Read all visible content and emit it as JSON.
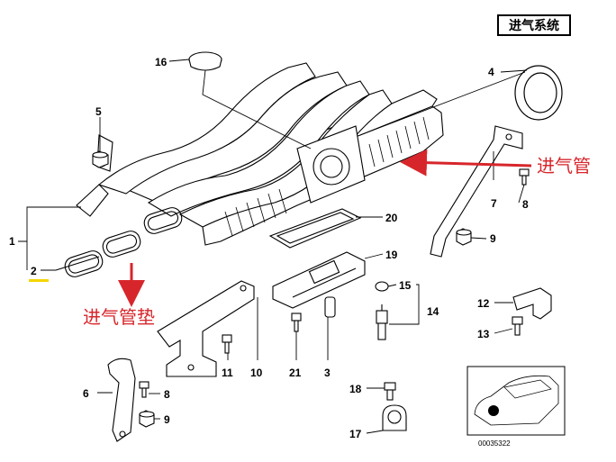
{
  "title": "进气系统",
  "callouts": {
    "intake_manifold": "进气管",
    "manifold_gasket": "进气管垫"
  },
  "parts": [
    {
      "id": "p16",
      "num": "16"
    },
    {
      "id": "p4",
      "num": "4"
    },
    {
      "id": "p5",
      "num": "5"
    },
    {
      "id": "p1",
      "num": "1"
    },
    {
      "id": "p2",
      "num": "2"
    },
    {
      "id": "p20",
      "num": "20"
    },
    {
      "id": "p19",
      "num": "19"
    },
    {
      "id": "p15",
      "num": "15"
    },
    {
      "id": "p14",
      "num": "14"
    },
    {
      "id": "p7",
      "num": "7"
    },
    {
      "id": "p8a",
      "num": "8"
    },
    {
      "id": "p9a",
      "num": "9"
    },
    {
      "id": "p12",
      "num": "12"
    },
    {
      "id": "p13",
      "num": "13"
    },
    {
      "id": "p10",
      "num": "10"
    },
    {
      "id": "p11",
      "num": "11"
    },
    {
      "id": "p21",
      "num": "21"
    },
    {
      "id": "p3",
      "num": "3"
    },
    {
      "id": "p6",
      "num": "6"
    },
    {
      "id": "p8b",
      "num": "8"
    },
    {
      "id": "p9b",
      "num": "9"
    },
    {
      "id": "p18",
      "num": "18"
    },
    {
      "id": "p17",
      "num": "17"
    }
  ],
  "diagram_code": "00035322",
  "colors": {
    "callout": "#d7262b",
    "highlight": "#f5d600",
    "line": "#000000"
  }
}
